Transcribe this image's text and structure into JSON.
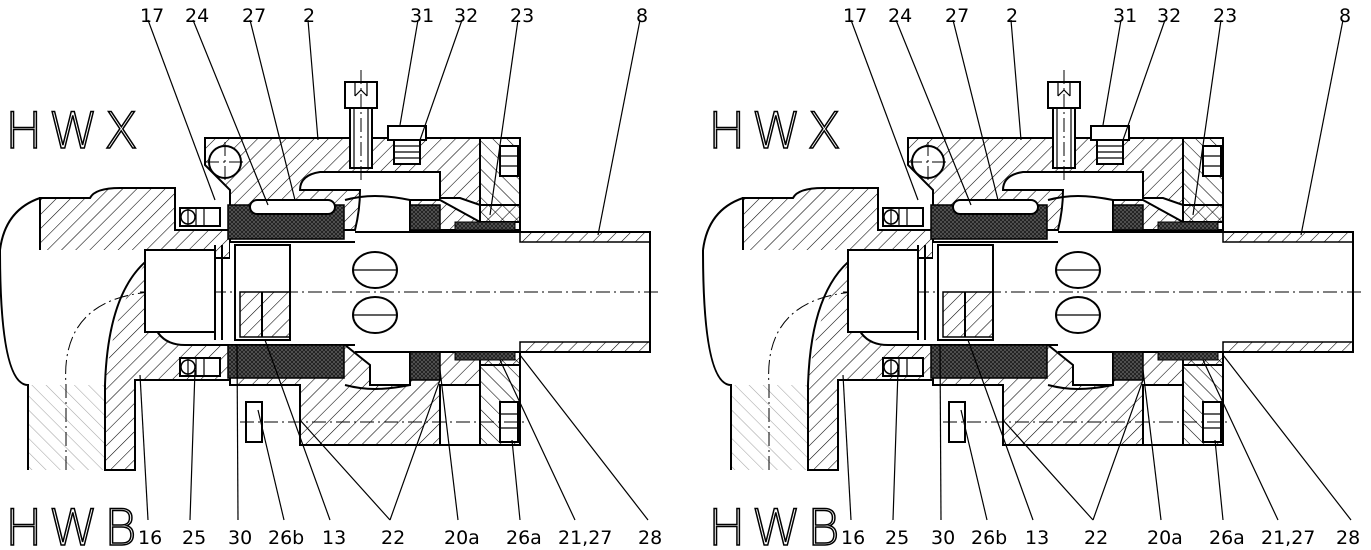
{
  "colors": {
    "line": "#000000",
    "background": "#ffffff",
    "seal": "#2a2a2a"
  },
  "views": [
    {
      "top_title": "HWX",
      "bottom_title": "HWB",
      "top_labels": [
        "17",
        "24",
        "27",
        "2",
        "31",
        "32",
        "23",
        "8"
      ],
      "bottom_labels": [
        "16",
        "25",
        "30",
        "26b",
        "13",
        "22",
        "20a",
        "26a",
        "21,27",
        "28"
      ]
    },
    {
      "top_title": "HWX",
      "bottom_title": "HWB",
      "top_labels": [
        "17",
        "24",
        "27",
        "2",
        "31",
        "32",
        "23",
        "8"
      ],
      "bottom_labels": [
        "16",
        "25",
        "30",
        "26b",
        "13",
        "22",
        "20a",
        "26a",
        "21,27",
        "28"
      ]
    }
  ]
}
